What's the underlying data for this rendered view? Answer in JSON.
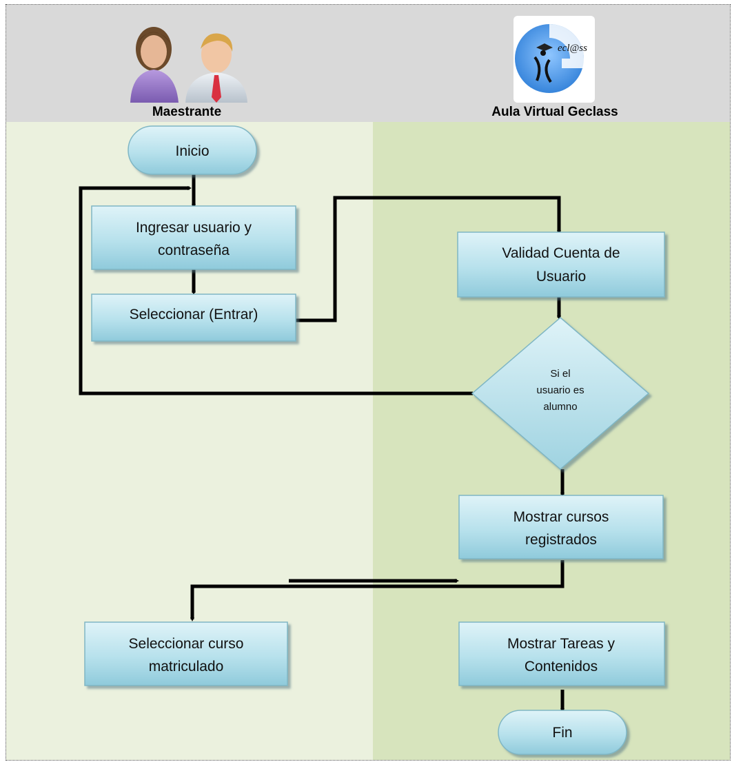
{
  "lanes": {
    "left": {
      "title": "Maestrante"
    },
    "right": {
      "title": "Aula Virtual Geclass",
      "logo_text": "ecl@ss"
    }
  },
  "nodes": {
    "inicio": "Inicio",
    "ingresar_1": "Ingresar usuario y",
    "ingresar_2": "contraseña",
    "seleccionar_entrar": "Seleccionar (Entrar)",
    "validad_1": "Validad Cuenta de",
    "validad_2": "Usuario",
    "decision_1": "Si el",
    "decision_2": "usuario es",
    "decision_3": "alumno",
    "mostrar_cursos_1": "Mostrar cursos",
    "mostrar_cursos_2": "registrados",
    "seleccionar_curso_1": "Seleccionar curso",
    "seleccionar_curso_2": "matriculado",
    "mostrar_tareas_1": "Mostrar Tareas y",
    "mostrar_tareas_2": "Contenidos",
    "fin": "Fin"
  },
  "colors": {
    "header_bg": "#d9d9d9",
    "lane_left_bg": "#ebf1de",
    "lane_right_bg": "#d7e4bd",
    "node_fill_top": "#d8f1f6",
    "node_fill_bottom": "#92cddc",
    "node_border": "#7fb6c4",
    "arrow": "#000000"
  }
}
